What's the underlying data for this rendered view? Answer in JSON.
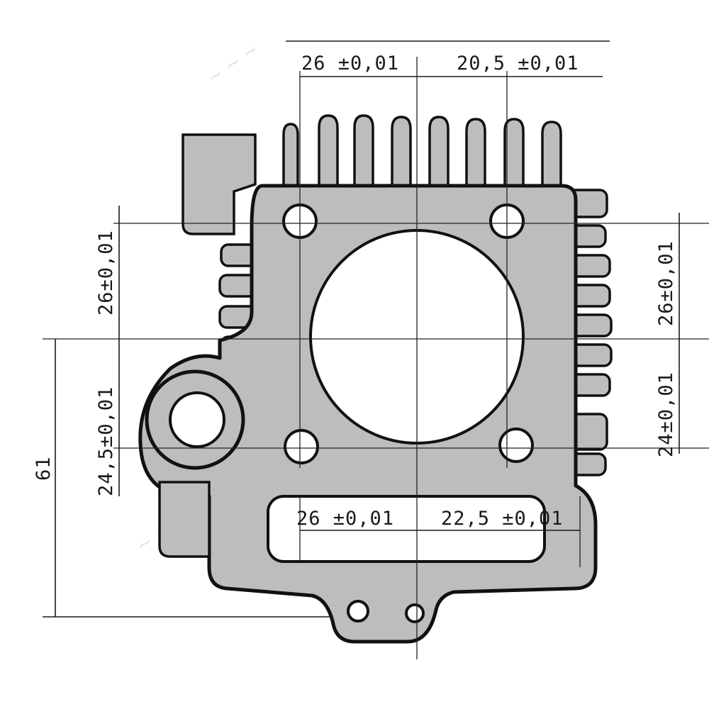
{
  "dimensions": {
    "top_left": "26 ±0,01",
    "top_right": "20,5 ±0,01",
    "left_upper": "26±0,01",
    "left_lower": "24,5±0,01",
    "right_upper": "26±0,01",
    "right_lower": "24±0,01",
    "bottom_inner_left": "26 ±0,01",
    "bottom_inner_right": "22,5 ±0,01",
    "overall_height": "61"
  },
  "colors": {
    "part_fill": "#bdbdbd",
    "outline": "#111111",
    "background": "#ffffff"
  }
}
